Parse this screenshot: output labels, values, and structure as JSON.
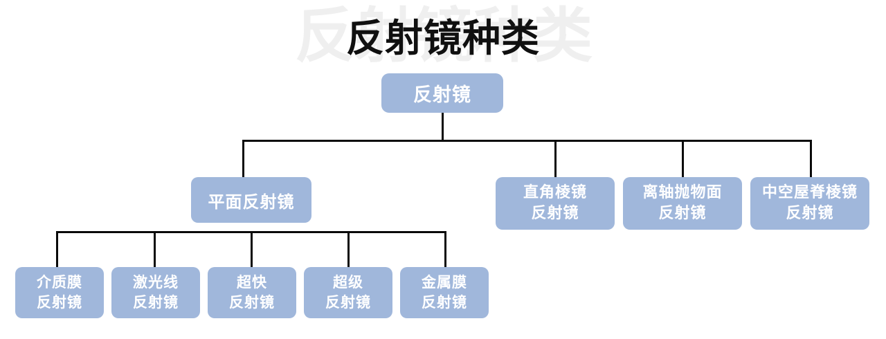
{
  "page": {
    "title": "反射镜种类",
    "watermark": "反射镜种类",
    "background_color": "#ffffff",
    "title_color": "#101010",
    "watermark_color": "#efefef",
    "node_fill_color": "#a0b7db",
    "node_text_color": "#ffffff",
    "connector_color": "#0a0a0a"
  },
  "diagram": {
    "type": "tree",
    "root": {
      "label": "反射镜"
    },
    "level2": [
      {
        "label": "平面反射镜",
        "lines": [
          "平面反射镜"
        ]
      },
      {
        "label": "直角棱镜反射镜",
        "lines": [
          "直角棱镜",
          "反射镜"
        ]
      },
      {
        "label": "离轴抛物面反射镜",
        "lines": [
          "离轴抛物面",
          "反射镜"
        ]
      },
      {
        "label": "中空屋脊棱镜反射镜",
        "lines": [
          "中空屋脊棱镜",
          "反射镜"
        ]
      }
    ],
    "level3": [
      {
        "label": "介质膜反射镜",
        "lines": [
          "介质膜",
          "反射镜"
        ]
      },
      {
        "label": "激光线反射镜",
        "lines": [
          "激光线",
          "反射镜"
        ]
      },
      {
        "label": "超快反射镜",
        "lines": [
          "超快",
          "反射镜"
        ]
      },
      {
        "label": "超级反射镜",
        "lines": [
          "超级",
          "反射镜"
        ]
      },
      {
        "label": "金属膜反射镜",
        "lines": [
          "金属膜",
          "反射镜"
        ]
      }
    ]
  }
}
